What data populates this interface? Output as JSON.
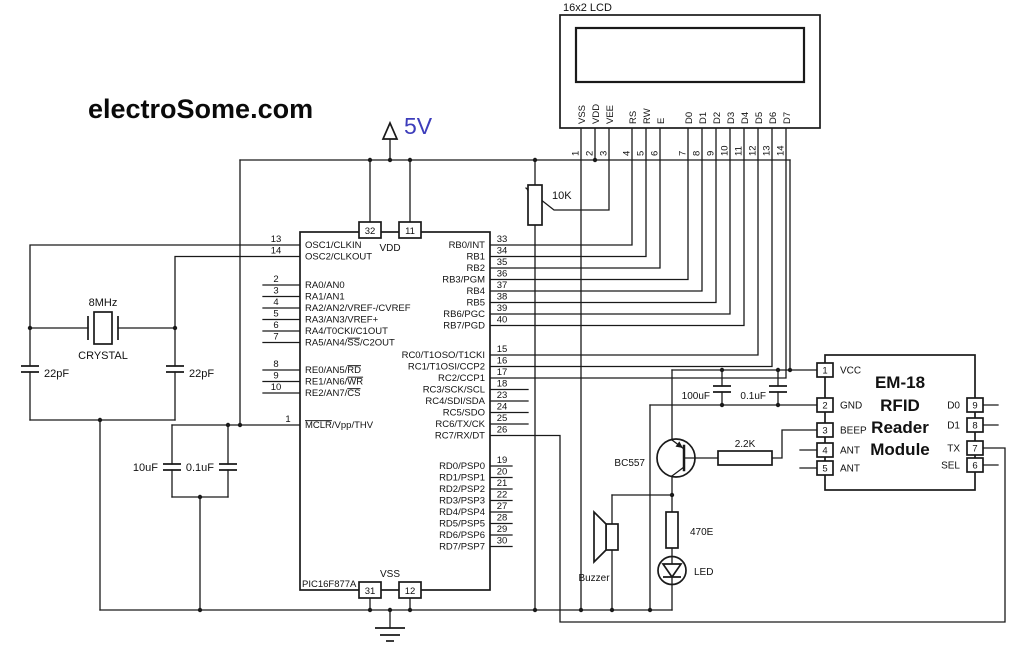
{
  "brand": "electroSome.com",
  "power": {
    "label": "5V"
  },
  "lcd": {
    "title": "16x2 LCD",
    "pins": [
      {
        "n": "1",
        "name": "VSS"
      },
      {
        "n": "2",
        "name": "VDD"
      },
      {
        "n": "3",
        "name": "VEE"
      },
      {
        "n": "4",
        "name": "RS"
      },
      {
        "n": "5",
        "name": "RW"
      },
      {
        "n": "6",
        "name": "E"
      },
      {
        "n": "7",
        "name": "D0"
      },
      {
        "n": "8",
        "name": "D1"
      },
      {
        "n": "9",
        "name": "D2"
      },
      {
        "n": "10",
        "name": "D3"
      },
      {
        "n": "11",
        "name": "D4"
      },
      {
        "n": "12",
        "name": "D5"
      },
      {
        "n": "13",
        "name": "D6"
      },
      {
        "n": "14",
        "name": "D7"
      }
    ]
  },
  "mcu": {
    "name": "PIC16F877A",
    "vdd_label": "VDD",
    "vss_label": "VSS",
    "vdd_pin_1": "32",
    "vdd_pin_2": "11",
    "vss_pin_1": "31",
    "vss_pin_2": "12",
    "left_pins": [
      {
        "n": "13",
        "pre": "OSC1/CLKIN",
        "ov": "",
        "suf": ""
      },
      {
        "n": "14",
        "pre": "OSC2/CLKOUT",
        "ov": "",
        "suf": ""
      },
      {
        "n": "2",
        "pre": "RA0/AN0",
        "ov": "",
        "suf": ""
      },
      {
        "n": "3",
        "pre": "RA1/AN1",
        "ov": "",
        "suf": ""
      },
      {
        "n": "4",
        "pre": "RA2/AN2/VREF-/CVREF",
        "ov": "",
        "suf": ""
      },
      {
        "n": "5",
        "pre": "RA3/AN3/VREF+",
        "ov": "",
        "suf": ""
      },
      {
        "n": "6",
        "pre": "RA4/T0CKI/C1OUT",
        "ov": "",
        "suf": ""
      },
      {
        "n": "7",
        "pre": "RA5/AN4/",
        "ov": "SS",
        "suf": "/C2OUT"
      },
      {
        "n": "8",
        "pre": "RE0/AN5/",
        "ov": "RD",
        "suf": ""
      },
      {
        "n": "9",
        "pre": "RE1/AN6/",
        "ov": "WR",
        "suf": ""
      },
      {
        "n": "10",
        "pre": "RE2/AN7/",
        "ov": "CS",
        "suf": ""
      },
      {
        "n": "1",
        "pre": "",
        "ov": "MCLR",
        "suf": "/Vpp/THV"
      }
    ],
    "right_pins": [
      {
        "n": "33",
        "name": "RB0/INT"
      },
      {
        "n": "34",
        "name": "RB1"
      },
      {
        "n": "35",
        "name": "RB2"
      },
      {
        "n": "36",
        "name": "RB3/PGM"
      },
      {
        "n": "37",
        "name": "RB4"
      },
      {
        "n": "38",
        "name": "RB5"
      },
      {
        "n": "39",
        "name": "RB6/PGC"
      },
      {
        "n": "40",
        "name": "RB7/PGD"
      },
      {
        "n": "15",
        "name": "RC0/T1OSO/T1CKI"
      },
      {
        "n": "16",
        "name": "RC1/T1OSI/CCP2"
      },
      {
        "n": "17",
        "name": "RC2/CCP1"
      },
      {
        "n": "18",
        "name": "RC3/SCK/SCL"
      },
      {
        "n": "23",
        "name": "RC4/SDI/SDA"
      },
      {
        "n": "24",
        "name": "RC5/SDO"
      },
      {
        "n": "25",
        "name": "RC6/TX/CK"
      },
      {
        "n": "26",
        "name": "RC7/RX/DT"
      },
      {
        "n": "19",
        "name": "RD0/PSP0"
      },
      {
        "n": "20",
        "name": "RD1/PSP1"
      },
      {
        "n": "21",
        "name": "RD2/PSP2"
      },
      {
        "n": "22",
        "name": "RD3/PSP3"
      },
      {
        "n": "27",
        "name": "RD4/PSP4"
      },
      {
        "n": "28",
        "name": "RD5/PSP5"
      },
      {
        "n": "29",
        "name": "RD6/PSP6"
      },
      {
        "n": "30",
        "name": "RD7/PSP7"
      }
    ]
  },
  "rfid": {
    "line1": "EM-18",
    "line2": "RFID",
    "line3": "Reader",
    "line4": "Module",
    "left_pins": [
      {
        "n": "1",
        "name": "VCC"
      },
      {
        "n": "2",
        "name": "GND"
      },
      {
        "n": "3",
        "name": "BEEP"
      },
      {
        "n": "4",
        "name": "ANT"
      },
      {
        "n": "5",
        "name": "ANT"
      }
    ],
    "right_pins": [
      {
        "n": "9",
        "name": "D0"
      },
      {
        "n": "8",
        "name": "D1"
      },
      {
        "n": "7",
        "name": "TX"
      },
      {
        "n": "6",
        "name": "SEL"
      }
    ]
  },
  "parts": {
    "crystal_value": "8MHz",
    "crystal_label": "CRYSTAL",
    "c_osc_left": "22pF",
    "c_osc_right": "22pF",
    "c_reset_1": "10uF",
    "c_reset_2": "0.1uF",
    "pot": "10K",
    "c_rfid_1": "100uF",
    "c_rfid_2": "0.1uF",
    "transistor": "BC557",
    "r_base": "2.2K",
    "r_led": "470E",
    "buzzer": "Buzzer",
    "led": "LED"
  },
  "colors": {
    "wire": "#1a1a1a",
    "power_label": "#3d3dbb"
  }
}
